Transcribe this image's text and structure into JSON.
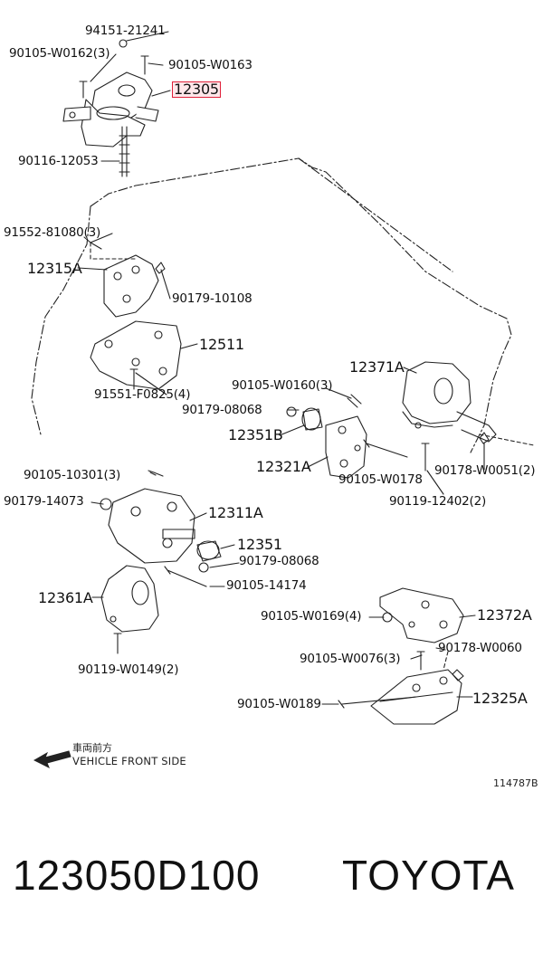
{
  "diagram": {
    "labels": {
      "p94151_21241": "94151-21241",
      "p90105_W0162_3": "90105-W0162(3)",
      "p90105_W0163": "90105-W0163",
      "p12305": "12305",
      "p90116_12053": "90116-12053",
      "p91552_81080_3": "91552-81080(3)",
      "p12315A": "12315A",
      "p90179_10108": "90179-10108",
      "p12511": "12511",
      "p91551_F0825_4": "91551-F0825(4)",
      "p12371A": "12371A",
      "p90105_W0160_3": "90105-W0160(3)",
      "p90179_08068_a": "90179-08068",
      "p12351B": "12351B",
      "p12321A": "12321A",
      "p90105_W0178": "90105-W0178",
      "p90178_W0051_2": "90178-W0051(2)",
      "p90119_12402_2": "90119-12402(2)",
      "p90105_10301_3": "90105-10301(3)",
      "p90179_14073": "90179-14073",
      "p12311A": "12311A",
      "p12351": "12351",
      "p90179_08068_b": "90179-08068",
      "p90105_14174": "90105-14174",
      "p12361A": "12361A",
      "p90119_W0149_2": "90119-W0149(2)",
      "p90105_W0169_4": "90105-W0169(4)",
      "p12372A": "12372A",
      "p90105_W0076_3": "90105-W0076(3)",
      "p90178_W0060": "90178-W0060",
      "p90105_W0189": "90105-W0189",
      "p12325A": "12325A"
    },
    "direction": {
      "jp": "車両前方",
      "en": "VEHICLE FRONT SIDE"
    },
    "figure_number": "114787B",
    "highlight_color": "#e0203a"
  },
  "footer": {
    "part_number": "123050D100",
    "brand": "TOYOTA"
  }
}
